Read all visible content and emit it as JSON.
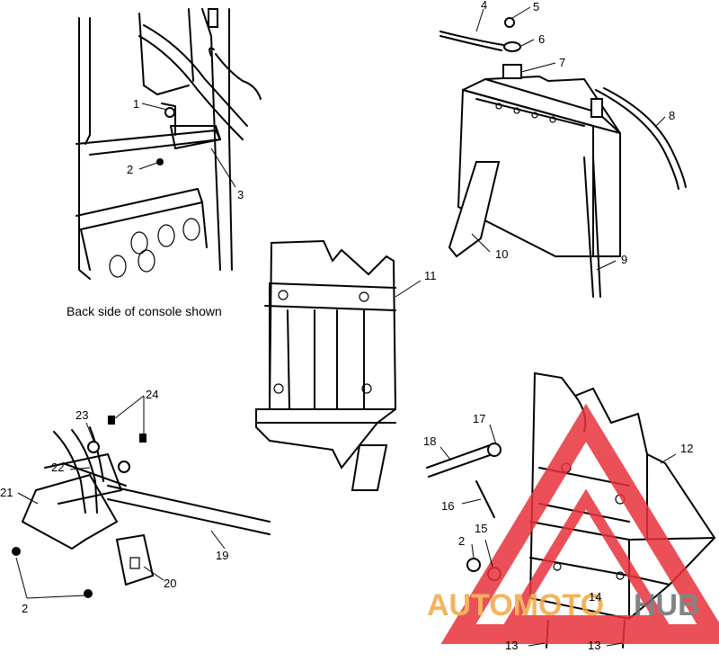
{
  "caption": "Back side of console shown",
  "callouts": {
    "c1": "1",
    "c2a": "2",
    "c3": "3",
    "c4": "4",
    "c5": "5",
    "c6": "6",
    "c7": "7",
    "c8": "8",
    "c9": "9",
    "c10": "10",
    "c11": "11",
    "c12": "12",
    "c13a": "13",
    "c13b": "13",
    "c14": "14",
    "c15": "15",
    "c16": "16",
    "c17": "17",
    "c18": "18",
    "c19": "19",
    "c20": "20",
    "c21": "21",
    "c22": "22",
    "c23": "23",
    "c24": "24",
    "c2b": "2",
    "c2c": "2"
  },
  "watermark": {
    "text_left": "AUTOMOTO",
    "text_right": "HUB",
    "color_red": "#e8323c",
    "color_orange": "#f4a640",
    "color_gray": "#6e6e6e"
  }
}
